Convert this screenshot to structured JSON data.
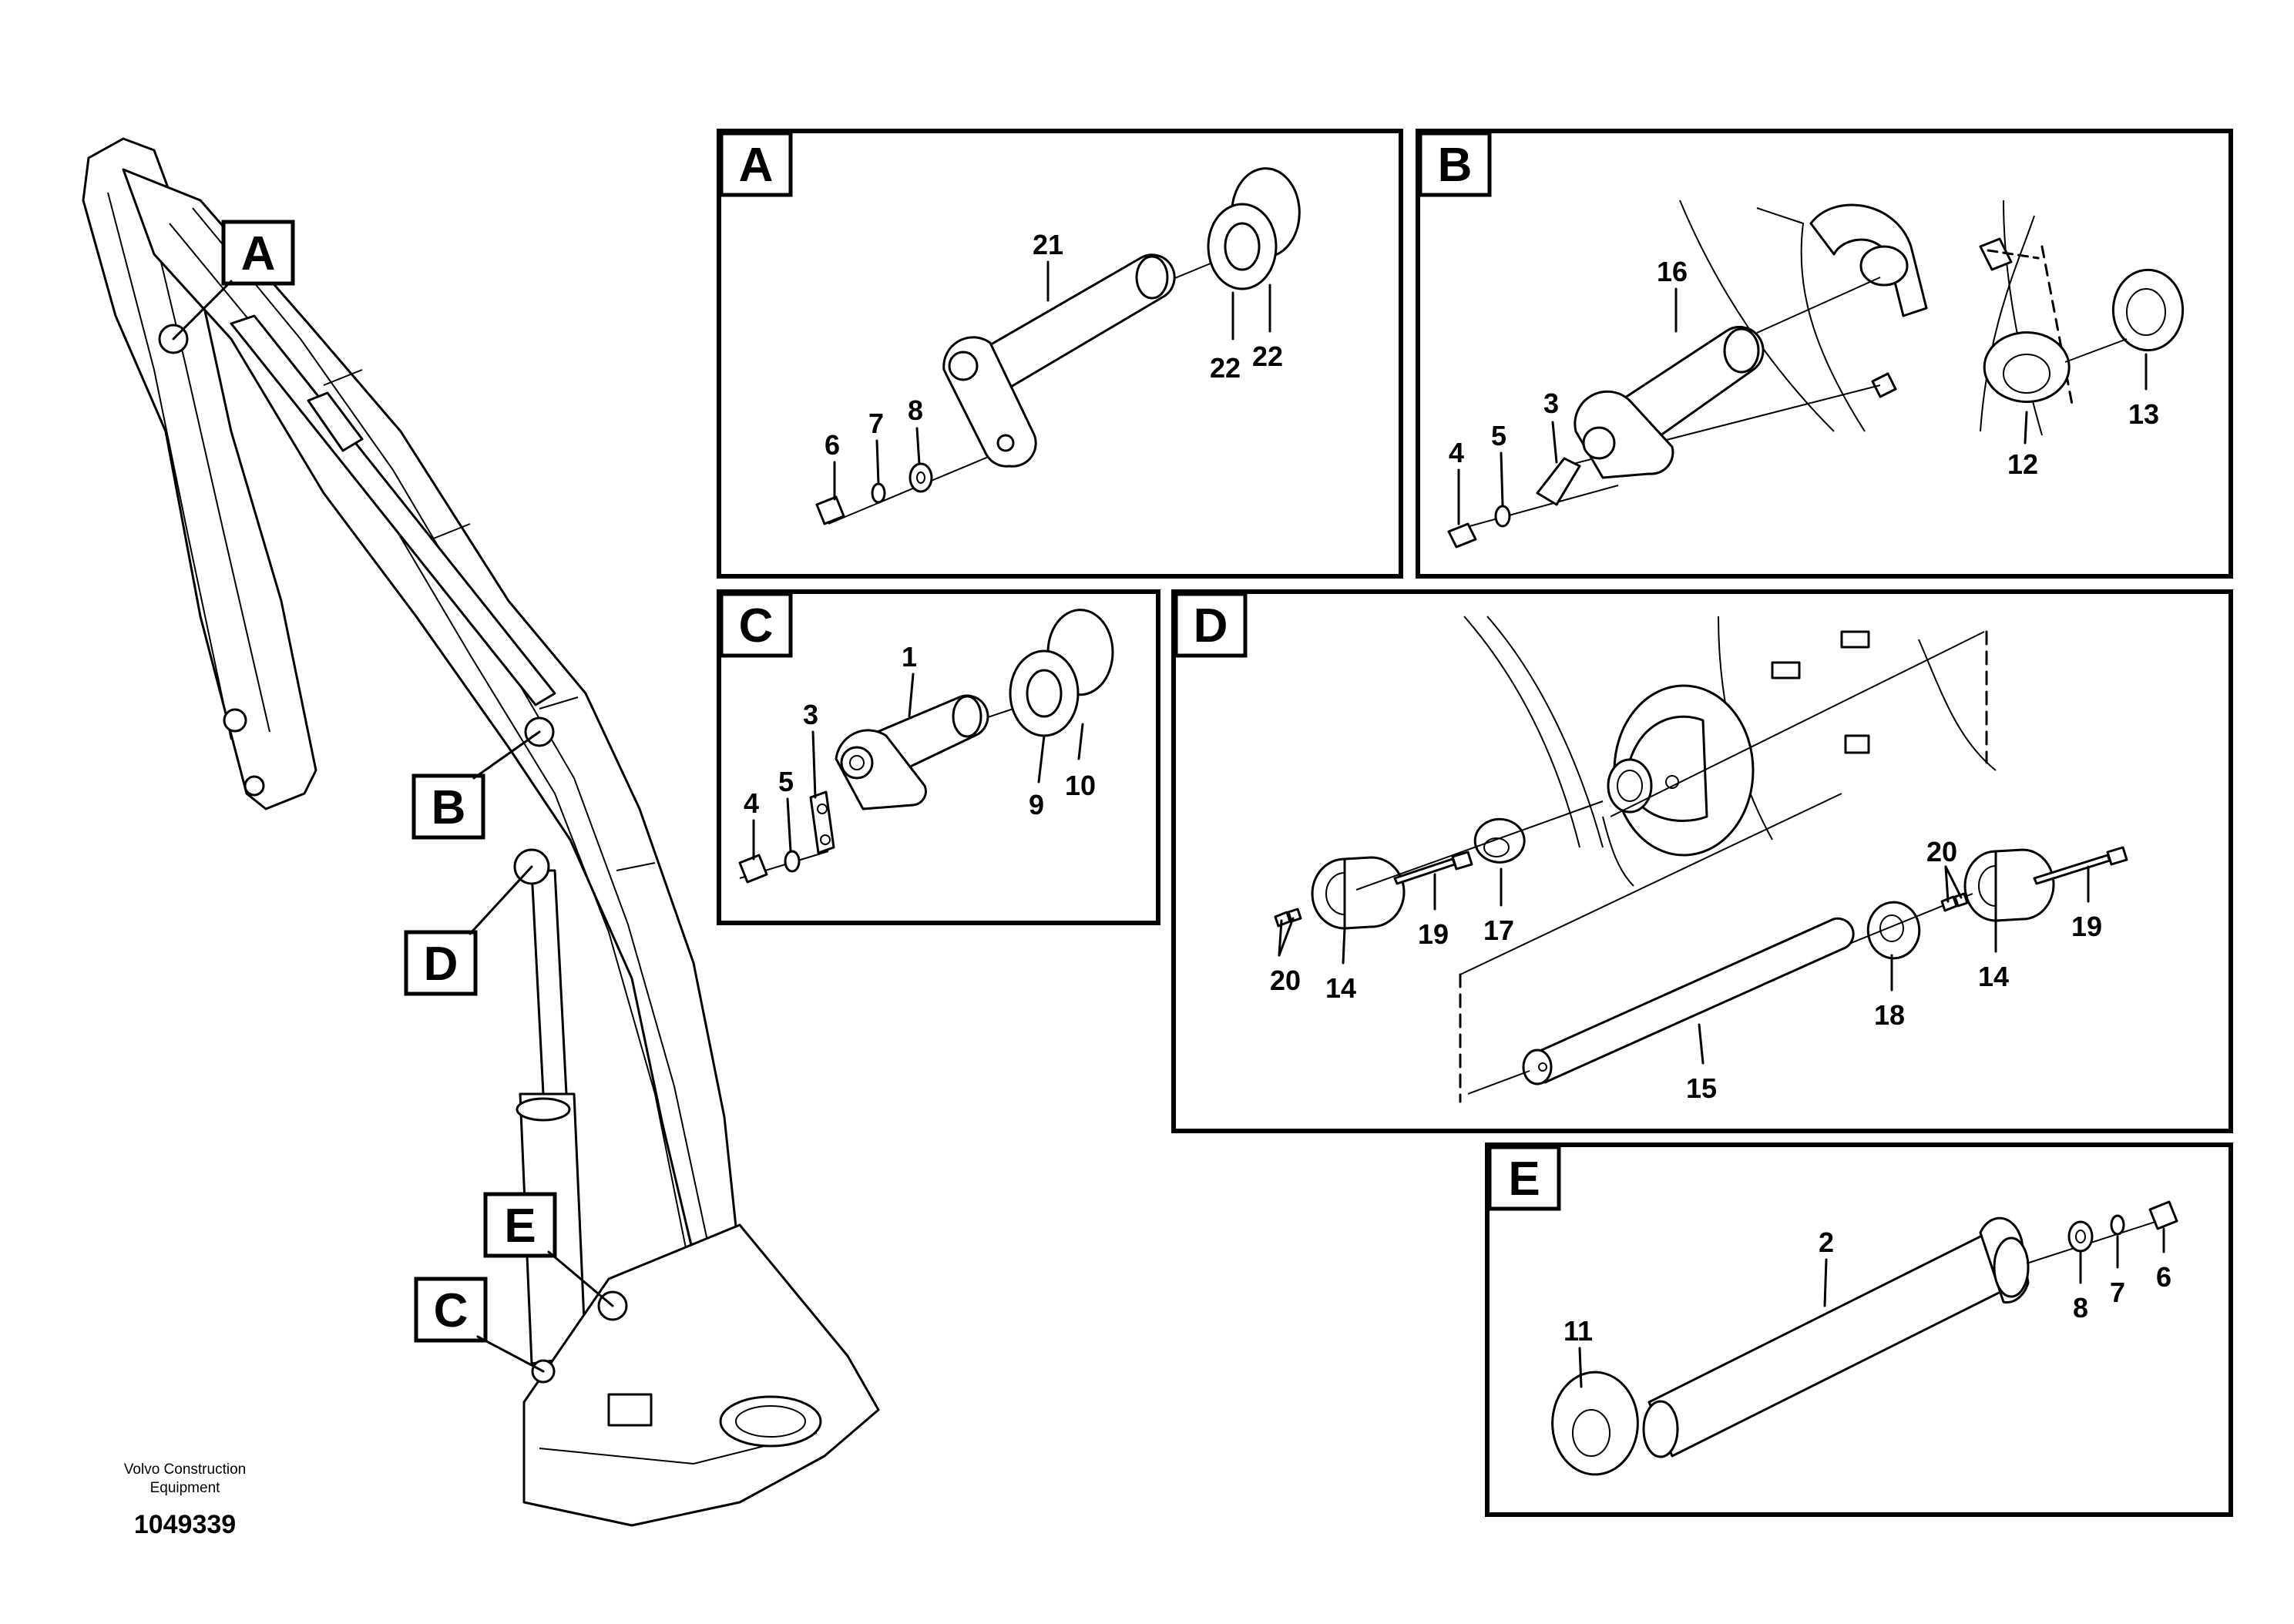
{
  "panels": {
    "A": {
      "letter": "A",
      "callouts": [
        "21",
        "22",
        "22",
        "6",
        "7",
        "8"
      ]
    },
    "B": {
      "letter": "B",
      "callouts": [
        "16",
        "3",
        "4",
        "5",
        "12",
        "13"
      ]
    },
    "C": {
      "letter": "C",
      "callouts": [
        "1",
        "3",
        "4",
        "5",
        "9",
        "10"
      ]
    },
    "D": {
      "letter": "D",
      "callouts": [
        "20",
        "20",
        "14",
        "14",
        "19",
        "19",
        "17",
        "18",
        "15"
      ]
    },
    "E": {
      "letter": "E",
      "callouts": [
        "2",
        "11",
        "8",
        "7",
        "6"
      ]
    }
  },
  "overview_tags": [
    "A",
    "B",
    "D",
    "E",
    "C"
  ],
  "credit": {
    "line1": "Volvo Construction",
    "line2": "Equipment",
    "drawing_number": "1049339"
  }
}
